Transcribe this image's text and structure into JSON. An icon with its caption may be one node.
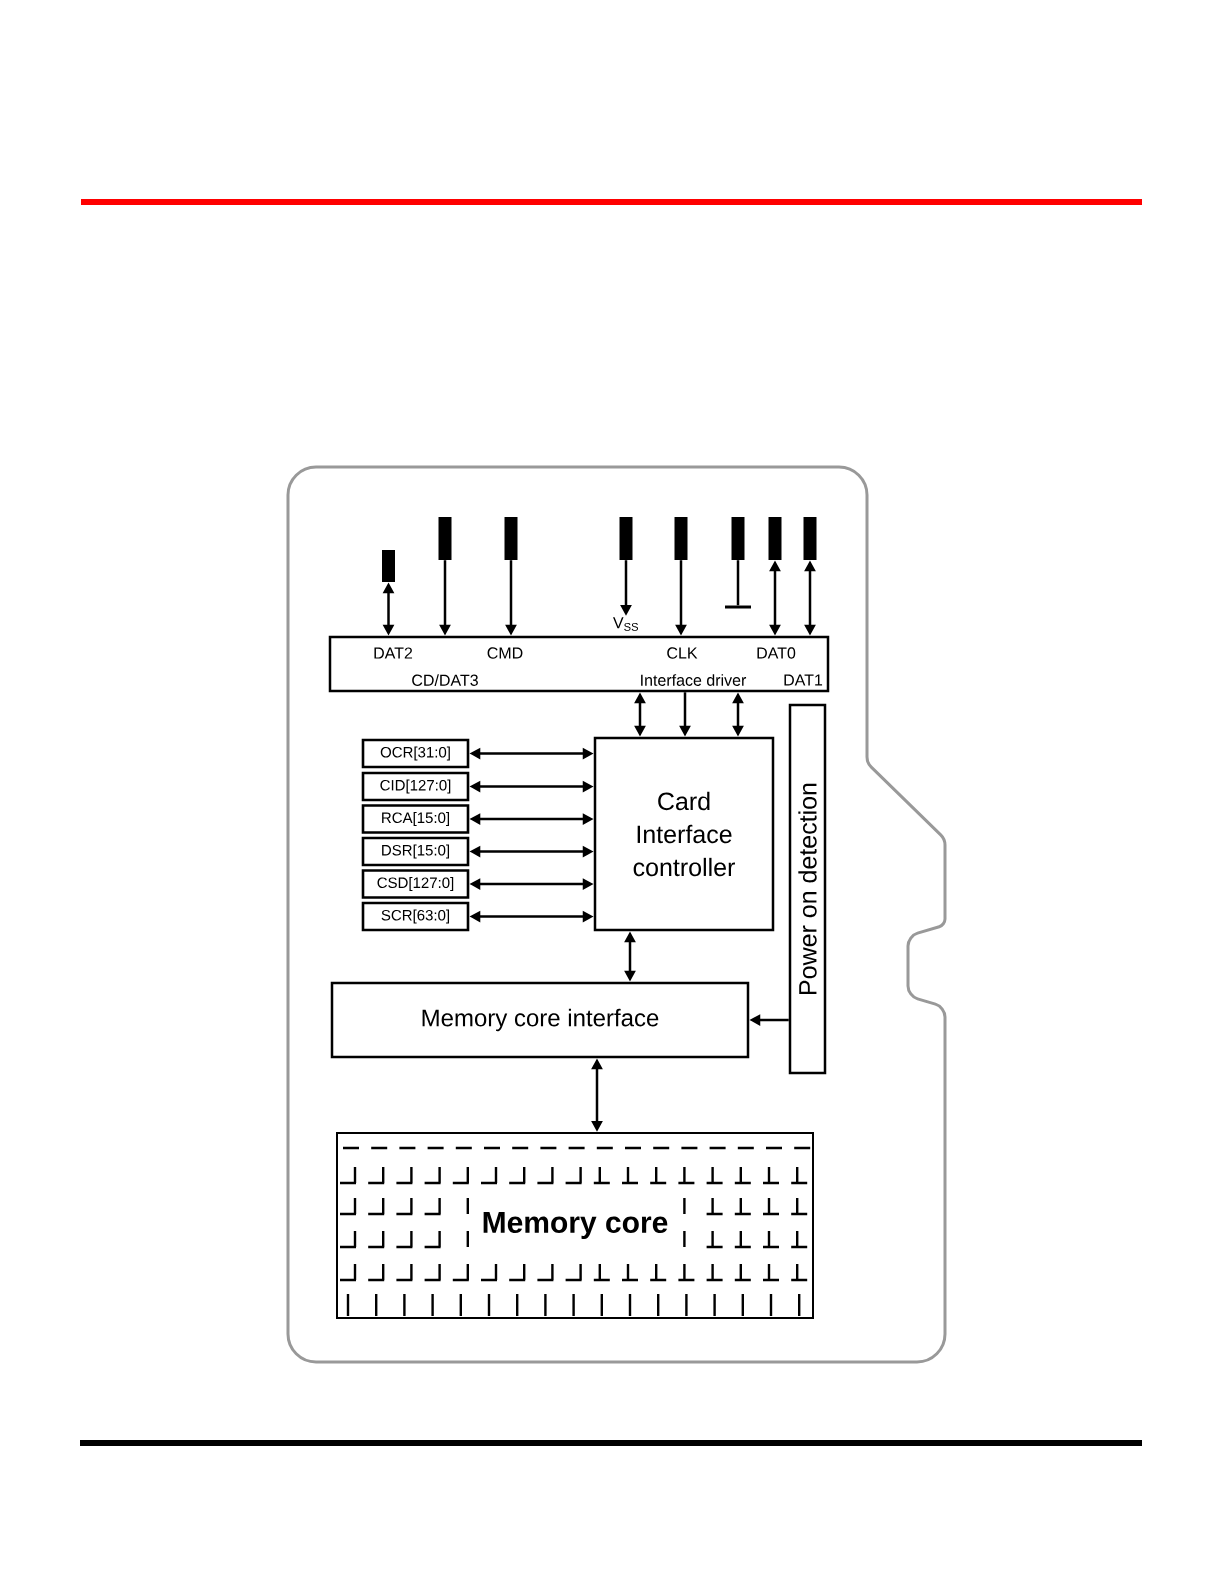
{
  "diagram": {
    "nodes": [
      {
        "text": [],
        "shape": "bar"
      },
      {
        "text": [],
        "shape": "bar"
      },
      {
        "text": [],
        "shape": "bar"
      },
      {
        "text": [],
        "shape": "bar"
      },
      {
        "text": [],
        "shape": "bar"
      },
      {
        "text": [],
        "shape": "bar"
      },
      {
        "text": [],
        "shape": "bar"
      },
      {
        "text": [],
        "shape": "bar"
      },
      {
        "text": [
          "V$_{SS}$"
        ]
      },
      {
        "text": [],
        "shape": "bar"
      },
      {
        "text": [
          "DAT2",
          "CMD",
          "CLK",
          "DAT0",
          "CD/DAT3",
          "Interface driver",
          "DAT1"
        ]
      },
      {
        "text": [
          "OCR[31:0]"
        ]
      },
      {
        "text": [
          "CID[127:0]"
        ]
      },
      {
        "text": [
          "RCA[15:0]"
        ]
      },
      {
        "text": [
          "DSR[15:0]"
        ]
      },
      {
        "text": [
          "CSD[127:0]"
        ]
      },
      {
        "text": [
          "SCR[63:0]"
        ]
      },
      {
        "text": [
          "Card Interface controller"
        ]
      },
      {
        "text": [
          "Power on detection"
        ]
      },
      {
        "text": [
          "Memory core interface"
        ]
      },
      {
        "text": [
          "Memory core"
        ]
      }
    ],
    "edges": [
      {
        "from": 0,
        "to": 10,
        "arrow": "both"
      },
      {
        "from": 1,
        "to": 10,
        "arrow": "to"
      },
      {
        "from": 2,
        "to": 10,
        "arrow": "to"
      },
      {
        "from": 3,
        "to": 8,
        "arrow": "to"
      },
      {
        "from": 4,
        "to": 10,
        "arrow": "to"
      },
      {
        "from": 5,
        "to": 9,
        "arrow": "none"
      },
      {
        "from": 6,
        "to": 10,
        "arrow": "both"
      },
      {
        "from": 7,
        "to": 10,
        "arrow": "both"
      },
      {
        "from": 10,
        "to": 17,
        "arrow": "both"
      },
      {
        "from": 10,
        "to": 17,
        "arrow": "to"
      },
      {
        "from": 10,
        "to": 17,
        "arrow": "both"
      },
      {
        "from": 11,
        "to": 17,
        "arrow": "both"
      },
      {
        "from": 12,
        "to": 17,
        "arrow": "both"
      },
      {
        "from": 13,
        "to": 17,
        "arrow": "both"
      },
      {
        "from": 14,
        "to": 17,
        "arrow": "both"
      },
      {
        "from": 15,
        "to": 17,
        "arrow": "both"
      },
      {
        "from": 16,
        "to": 17,
        "arrow": "both"
      },
      {
        "from": 17,
        "to": 19,
        "arrow": "both"
      },
      {
        "from": 18,
        "to": 19,
        "arrow": "to"
      },
      {
        "from": 19,
        "to": 20,
        "arrow": "both"
      }
    ]
  }
}
